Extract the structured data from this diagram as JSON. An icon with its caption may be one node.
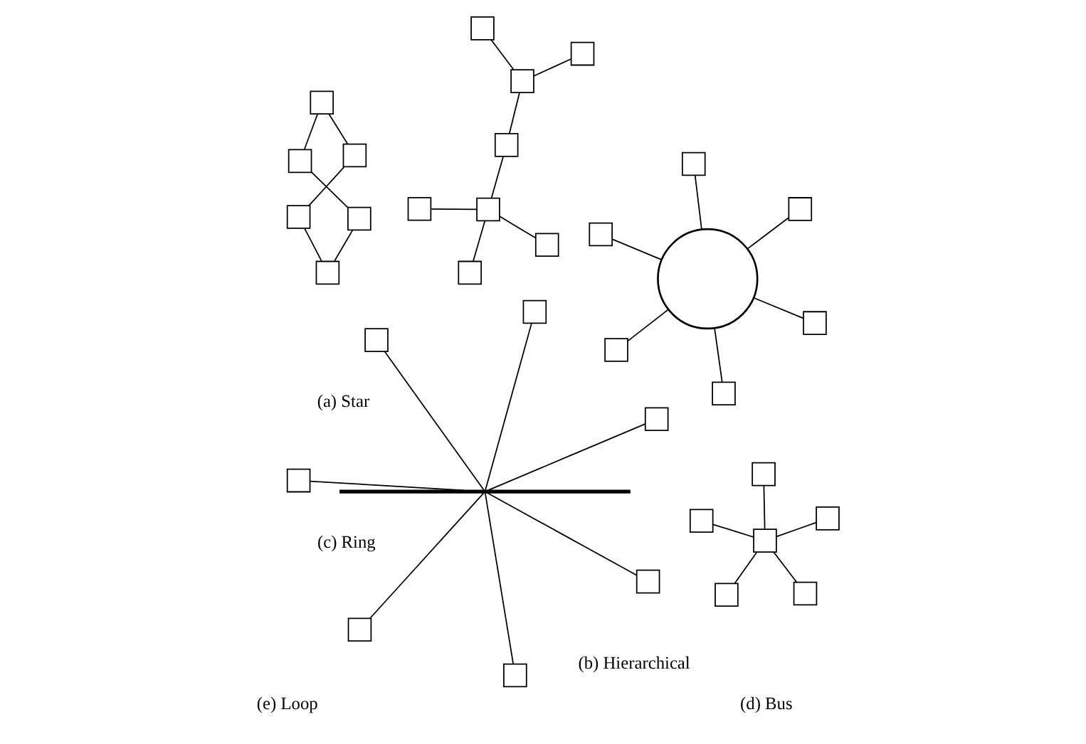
{
  "diagram": {
    "nodes": [
      {
        "text": [],
        "shape": "box"
      },
      {
        "text": [],
        "shape": "box"
      },
      {
        "text": [],
        "shape": "box"
      },
      {
        "text": [],
        "shape": "box"
      },
      {
        "text": [],
        "shape": "box"
      },
      {
        "text": [],
        "shape": "box"
      },
      {
        "text": [],
        "shape": "box"
      },
      {
        "text": [],
        "shape": "box"
      },
      {
        "text": [],
        "shape": "box"
      },
      {
        "text": [],
        "shape": "box"
      },
      {
        "text": [],
        "shape": "box"
      },
      {
        "text": [],
        "shape": "box"
      },
      {
        "text": [],
        "shape": "box"
      },
      {
        "text": [],
        "shape": "box"
      },
      {
        "text": [],
        "shape": "box"
      },
      {
        "text": [],
        "shape": "box"
      },
      {
        "text": [],
        "shape": "box"
      },
      {
        "text": [],
        "shape": "circle"
      },
      {
        "text": [],
        "shape": "box"
      },
      {
        "text": [],
        "shape": "box"
      },
      {
        "text": [],
        "shape": "box"
      },
      {
        "text": [],
        "shape": "box"
      },
      {
        "text": [],
        "shape": "box"
      },
      {
        "text": [],
        "shape": "box"
      },
      {
        "text": [],
        "shape": "box"
      },
      {
        "text": [],
        "shape": "bar"
      },
      {
        "text": [],
        "shape": "box"
      },
      {
        "text": [],
        "shape": "box"
      },
      {
        "text": [],
        "shape": "box"
      },
      {
        "text": [],
        "shape": "box"
      },
      {
        "text": [],
        "shape": "box"
      },
      {
        "text": [],
        "shape": "box"
      },
      {
        "text": [],
        "shape": "box"
      },
      {
        "text": [],
        "shape": "box"
      },
      {
        "text": [],
        "shape": "box"
      }
    ],
    "edges": [
      {
        "from": 2,
        "to": 0,
        "arrow": "none"
      },
      {
        "from": 2,
        "to": 1,
        "arrow": "none"
      },
      {
        "from": 2,
        "to": 3,
        "arrow": "none"
      },
      {
        "from": 2,
        "to": 4,
        "arrow": "none"
      },
      {
        "from": 2,
        "to": 5,
        "arrow": "none"
      },
      {
        "from": 6,
        "to": 7,
        "arrow": "none"
      },
      {
        "from": 6,
        "to": 8,
        "arrow": "none"
      },
      {
        "from": 7,
        "to": 9,
        "arrow": "none"
      },
      {
        "from": 7,
        "to": 10,
        "arrow": "none"
      },
      {
        "from": 8,
        "to": 11,
        "arrow": "none"
      },
      {
        "from": 8,
        "to": 12,
        "arrow": "none"
      },
      {
        "from": 8,
        "to": 13,
        "arrow": "none"
      },
      {
        "from": 17,
        "to": 14,
        "arrow": "none"
      },
      {
        "from": 17,
        "to": 15,
        "arrow": "none"
      },
      {
        "from": 17,
        "to": 16,
        "arrow": "none"
      },
      {
        "from": 17,
        "to": 18,
        "arrow": "none"
      },
      {
        "from": 17,
        "to": 19,
        "arrow": "none"
      },
      {
        "from": 17,
        "to": 20,
        "arrow": "none"
      },
      {
        "from": 25,
        "to": 21,
        "arrow": "none"
      },
      {
        "from": 25,
        "to": 22,
        "arrow": "none"
      },
      {
        "from": 25,
        "to": 23,
        "arrow": "none"
      },
      {
        "from": 25,
        "to": 24,
        "arrow": "none"
      },
      {
        "from": 25,
        "to": 26,
        "arrow": "none"
      },
      {
        "from": 25,
        "to": 27,
        "arrow": "none"
      },
      {
        "from": 25,
        "to": 28,
        "arrow": "none"
      },
      {
        "from": 29,
        "to": 31,
        "arrow": "none"
      },
      {
        "from": 31,
        "to": 33,
        "arrow": "none"
      },
      {
        "from": 33,
        "to": 34,
        "arrow": "none"
      },
      {
        "from": 34,
        "to": 32,
        "arrow": "none"
      },
      {
        "from": 32,
        "to": 30,
        "arrow": "none"
      },
      {
        "from": 30,
        "to": 29,
        "arrow": "none"
      }
    ],
    "labels": [
      "(a) Star",
      "(b) Hierarchical",
      "(c) Ring",
      "(d) Bus",
      "(e) Loop"
    ]
  }
}
